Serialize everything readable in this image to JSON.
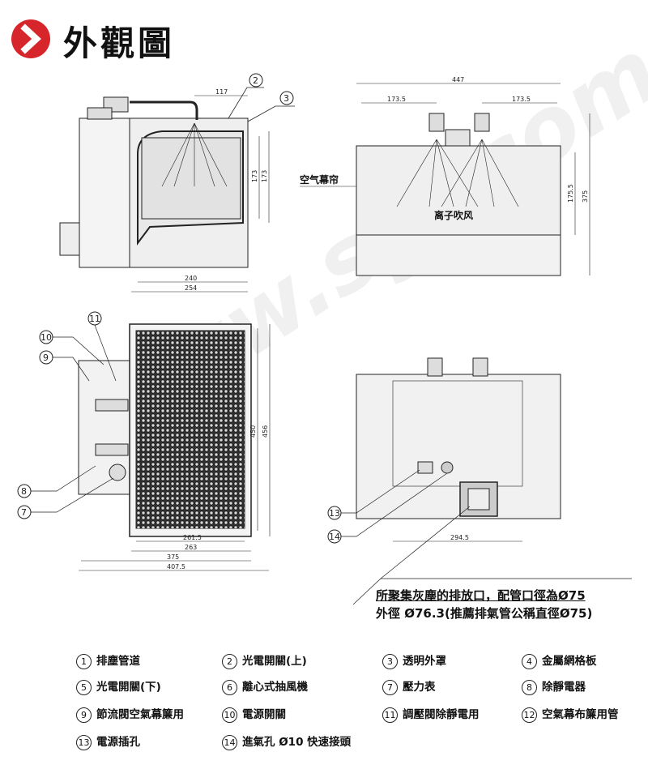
{
  "header": {
    "title": "外觀圖",
    "icon": "chevron-right-icon",
    "accent": "#d7262b"
  },
  "side_view": {
    "dims": [
      "117",
      "173",
      "173",
      "240",
      "254"
    ],
    "callouts": [
      "2",
      "3"
    ]
  },
  "front_view": {
    "dims": [
      "447",
      "173.5",
      "173.5",
      "175.5",
      "375"
    ],
    "label_air_curtain": "空气幕帘",
    "label_ion_blow": "离子吹风"
  },
  "rear_view": {
    "dims": [
      "261.5",
      "263",
      "375",
      "407.5",
      "450",
      "456"
    ],
    "callouts": [
      "11",
      "10",
      "9",
      "8",
      "7"
    ]
  },
  "bottom_view": {
    "dims": [
      "294.5"
    ],
    "callouts": [
      "13",
      "14"
    ]
  },
  "note": {
    "line1": "所聚集灰塵的排放口，配管口徑為Ø75",
    "line2": "外徑 Ø76.3(推薦排氣管公稱直徑Ø75)"
  },
  "legend": [
    {
      "n": "1",
      "text": "排塵管道"
    },
    {
      "n": "2",
      "text": "光電開關(上)"
    },
    {
      "n": "3",
      "text": "透明外罩"
    },
    {
      "n": "4",
      "text": "金屬網格板"
    },
    {
      "n": "5",
      "text": "光電開關(下)"
    },
    {
      "n": "6",
      "text": "離心式抽風機"
    },
    {
      "n": "7",
      "text": "壓力表"
    },
    {
      "n": "8",
      "text": "除靜電器"
    },
    {
      "n": "9",
      "text": "節流閥空氣幕簾用"
    },
    {
      "n": "10",
      "text": "電源開關"
    },
    {
      "n": "11",
      "text": "調壓閥除靜電用"
    },
    {
      "n": "12",
      "text": "空氣幕布簾用管"
    },
    {
      "n": "13",
      "text": "電源插孔"
    },
    {
      "n": "14",
      "text": "進氣孔 Ø10 快速接頭"
    }
  ]
}
